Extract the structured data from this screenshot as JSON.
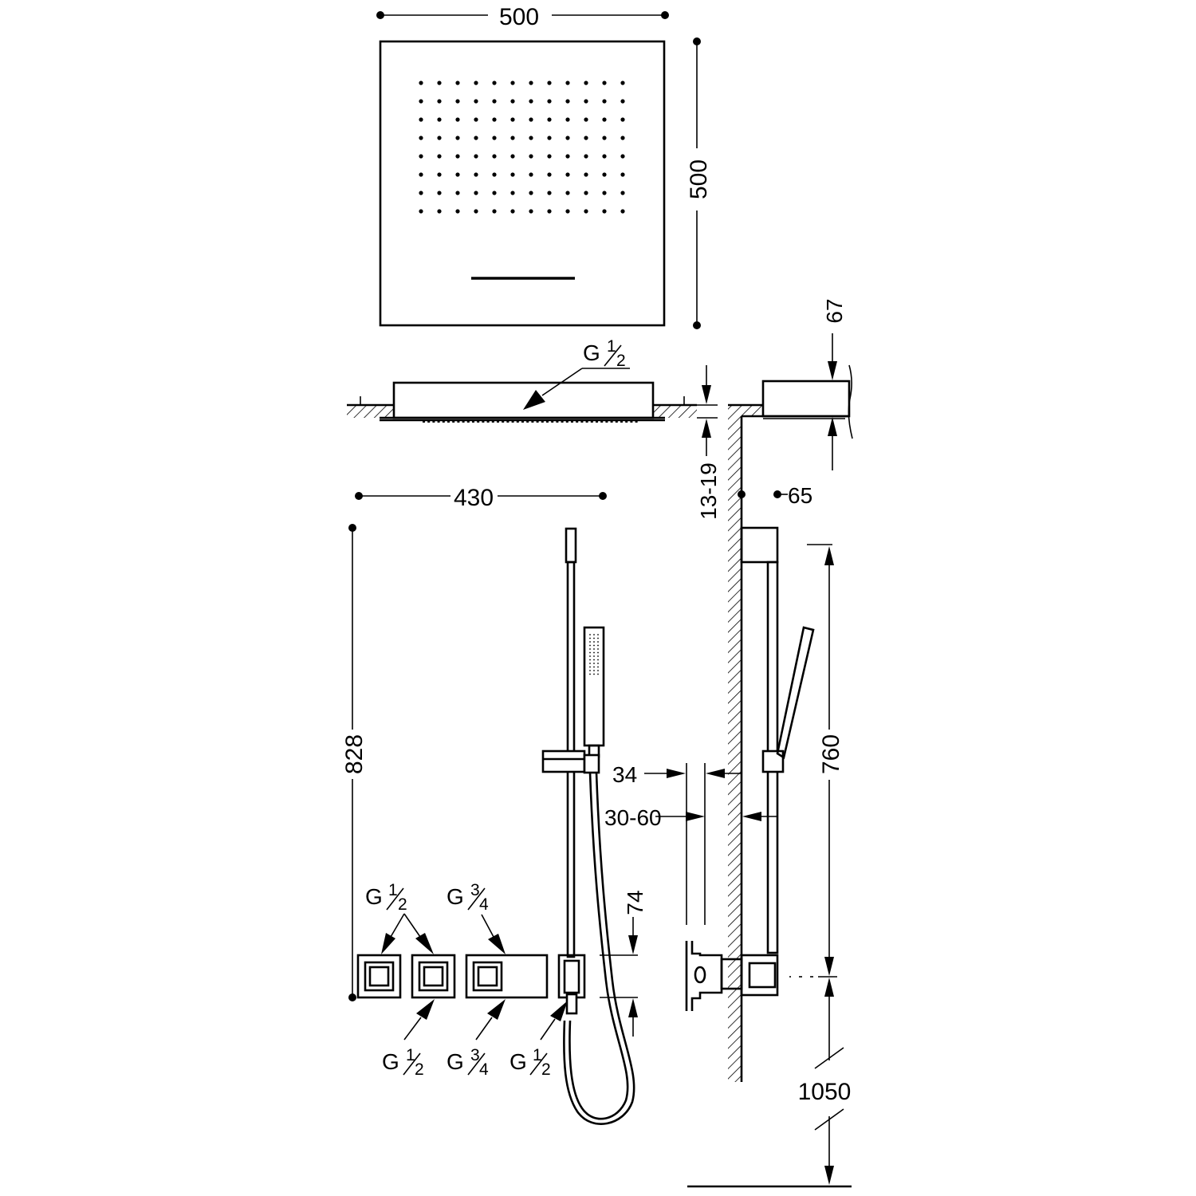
{
  "dimensions": {
    "head_width": "500",
    "head_height": "500",
    "head_depth": "67",
    "recess_depth": "13-19",
    "column_width": "430",
    "bar_offset": "65",
    "total_height": "828",
    "bar_length": "760",
    "wall_distance": "34",
    "wall_range": "30-60",
    "valve_gap": "74",
    "floor_height": "1050"
  },
  "connections": {
    "head_inlet": {
      "prefix": "G",
      "fraction": [
        "1",
        "2"
      ]
    },
    "valve_top_left": {
      "prefix": "G",
      "fraction": [
        "1",
        "2"
      ]
    },
    "valve_top_right": {
      "prefix": "G",
      "fraction": [
        "3",
        "4"
      ]
    },
    "valve_bottom_left": {
      "prefix": "G",
      "fraction": [
        "1",
        "2"
      ]
    },
    "valve_bottom_mid": {
      "prefix": "G",
      "fraction": [
        "3",
        "4"
      ]
    },
    "valve_bottom_right": {
      "prefix": "G",
      "fraction": [
        "1",
        "2"
      ]
    }
  }
}
